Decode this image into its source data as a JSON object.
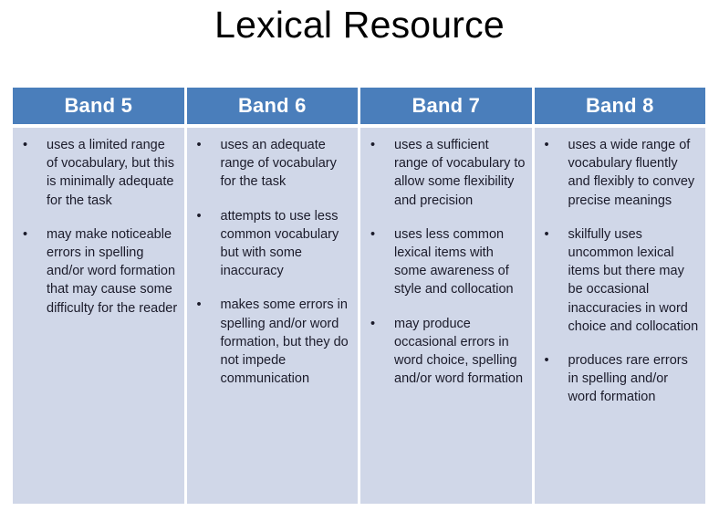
{
  "slide": {
    "title": "Lexical Resource",
    "title_color": "#000000",
    "background_color": "#ffffff"
  },
  "table": {
    "header_color": "#4a7ebb",
    "header_text_color": "#ffffff",
    "body_color": "#d0d7e8",
    "body_text_color": "#1b1b2a",
    "bullet_glyph": "•",
    "columns": [
      {
        "header": "Band 5",
        "bullets": [
          "uses a limited range of vocabulary, but this is minimally adequate for the task",
          "may make noticeable errors in spelling and/or word formation that may cause some difficulty for the reader"
        ]
      },
      {
        "header": "Band 6",
        "bullets": [
          "uses an adequate range of vocabulary for the task",
          "attempts to use less common vocabulary but with some inaccuracy",
          "makes some errors in spelling and/or word formation, but they do not impede communication"
        ]
      },
      {
        "header": "Band 7",
        "bullets": [
          "uses a sufficient range of vocabulary to allow some flexibility and precision",
          "uses less common lexical items with some awareness of style and collocation",
          "may produce occasional errors in word choice, spelling and/or word formation"
        ]
      },
      {
        "header": "Band 8",
        "bullets": [
          "uses a wide range of vocabulary fluently and flexibly to convey precise meanings",
          "skilfully uses uncommon lexical items but there may be occasional inaccuracies in word choice and collocation",
          "produces rare errors in spelling and/or word formation"
        ]
      }
    ]
  }
}
